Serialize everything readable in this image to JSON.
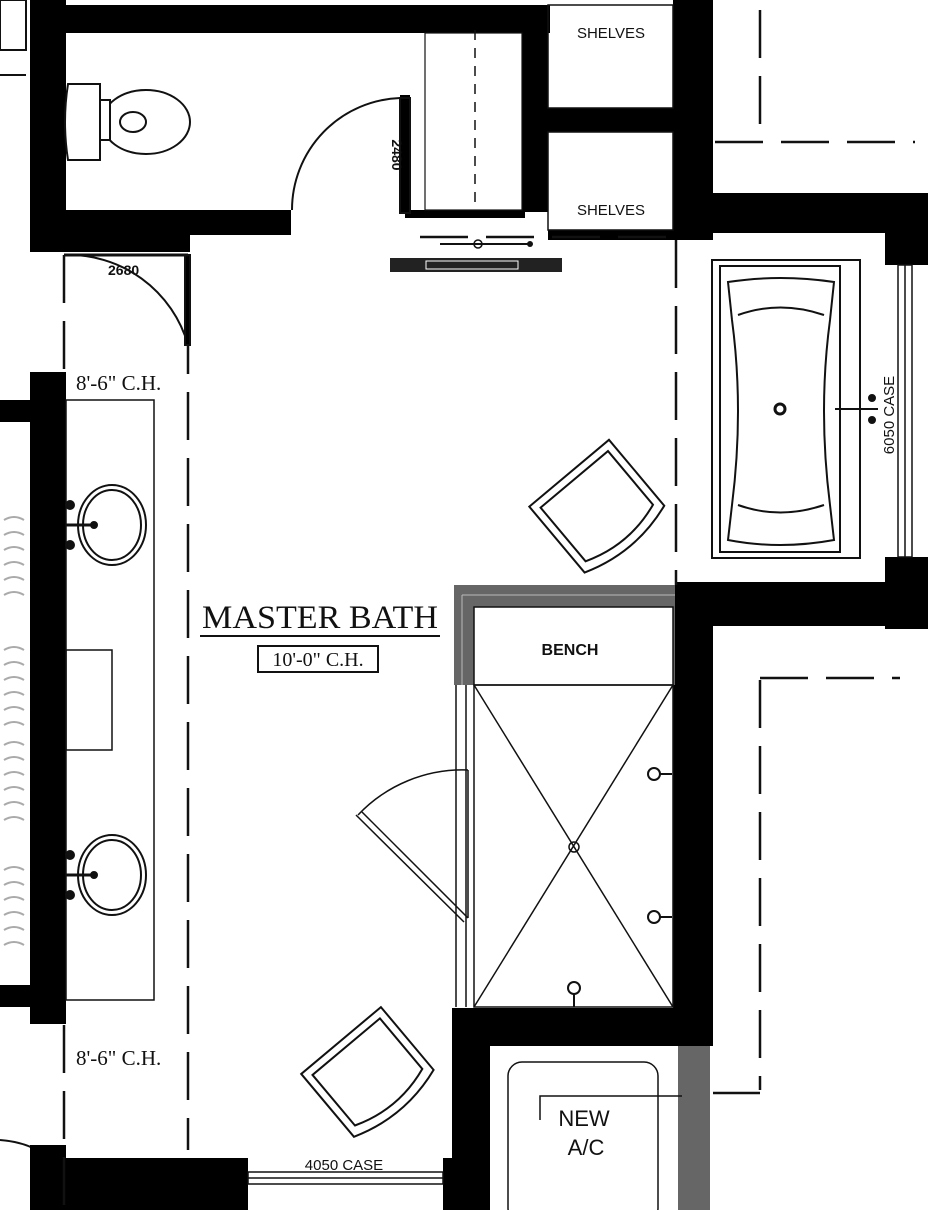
{
  "room": {
    "name": "MASTER BATH",
    "ceiling": "10'-0\" C.H."
  },
  "ceiling_heights": {
    "upper_left": "8'-6\" C.H.",
    "lower_left": "8'-6\" C.H."
  },
  "labels": {
    "shelves_top": "SHELVES",
    "shelves_bottom": "SHELVES",
    "bench": "BENCH",
    "ac_line1": "NEW",
    "ac_line2": "A/C"
  },
  "door_sizes": {
    "toilet_room_door": "2480",
    "entry_door": "2680"
  },
  "windows": {
    "tub_window": "6050 CASE",
    "bottom_window": "4050 CASE"
  },
  "colors": {
    "wall": "#000000",
    "shower_curb": "#666666",
    "line": "#111111"
  }
}
